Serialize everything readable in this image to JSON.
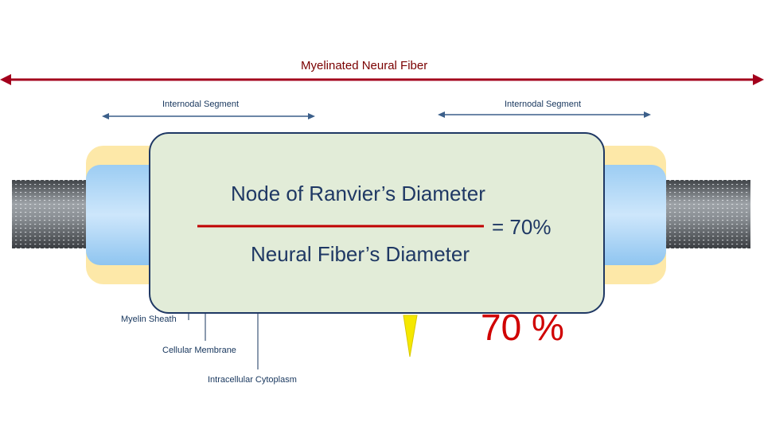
{
  "title": "Myelinated Neural Fiber",
  "segments": {
    "left_label": "Internodal Segment",
    "right_label": "Internodal Segment"
  },
  "parts": {
    "myelin_sheath": "Myelin Sheath",
    "cellular_membrane": "Cellular Membrane",
    "intracellular_cytoplasm": "Intracellular Cytoplasm"
  },
  "ratio_percent_label": "70 %",
  "equation": {
    "numerator": "Node of Ranvier’s Diameter",
    "result": "= 70%",
    "denominator": "Neural Fiber’s Diameter"
  },
  "colors": {
    "title": "#7a0000",
    "arrow_main": "#a3001c",
    "arrow_segment": "#3b5f8a",
    "myelin_outer": "#fde8a8",
    "myelin_inner": "#a9d4f5",
    "axon": "#6b6f73",
    "panel_fill": "#e2ecd8",
    "panel_border": "#1f3864",
    "equation_text": "#1f3864",
    "percent": "#d00000",
    "pointer": "#f5e800"
  }
}
